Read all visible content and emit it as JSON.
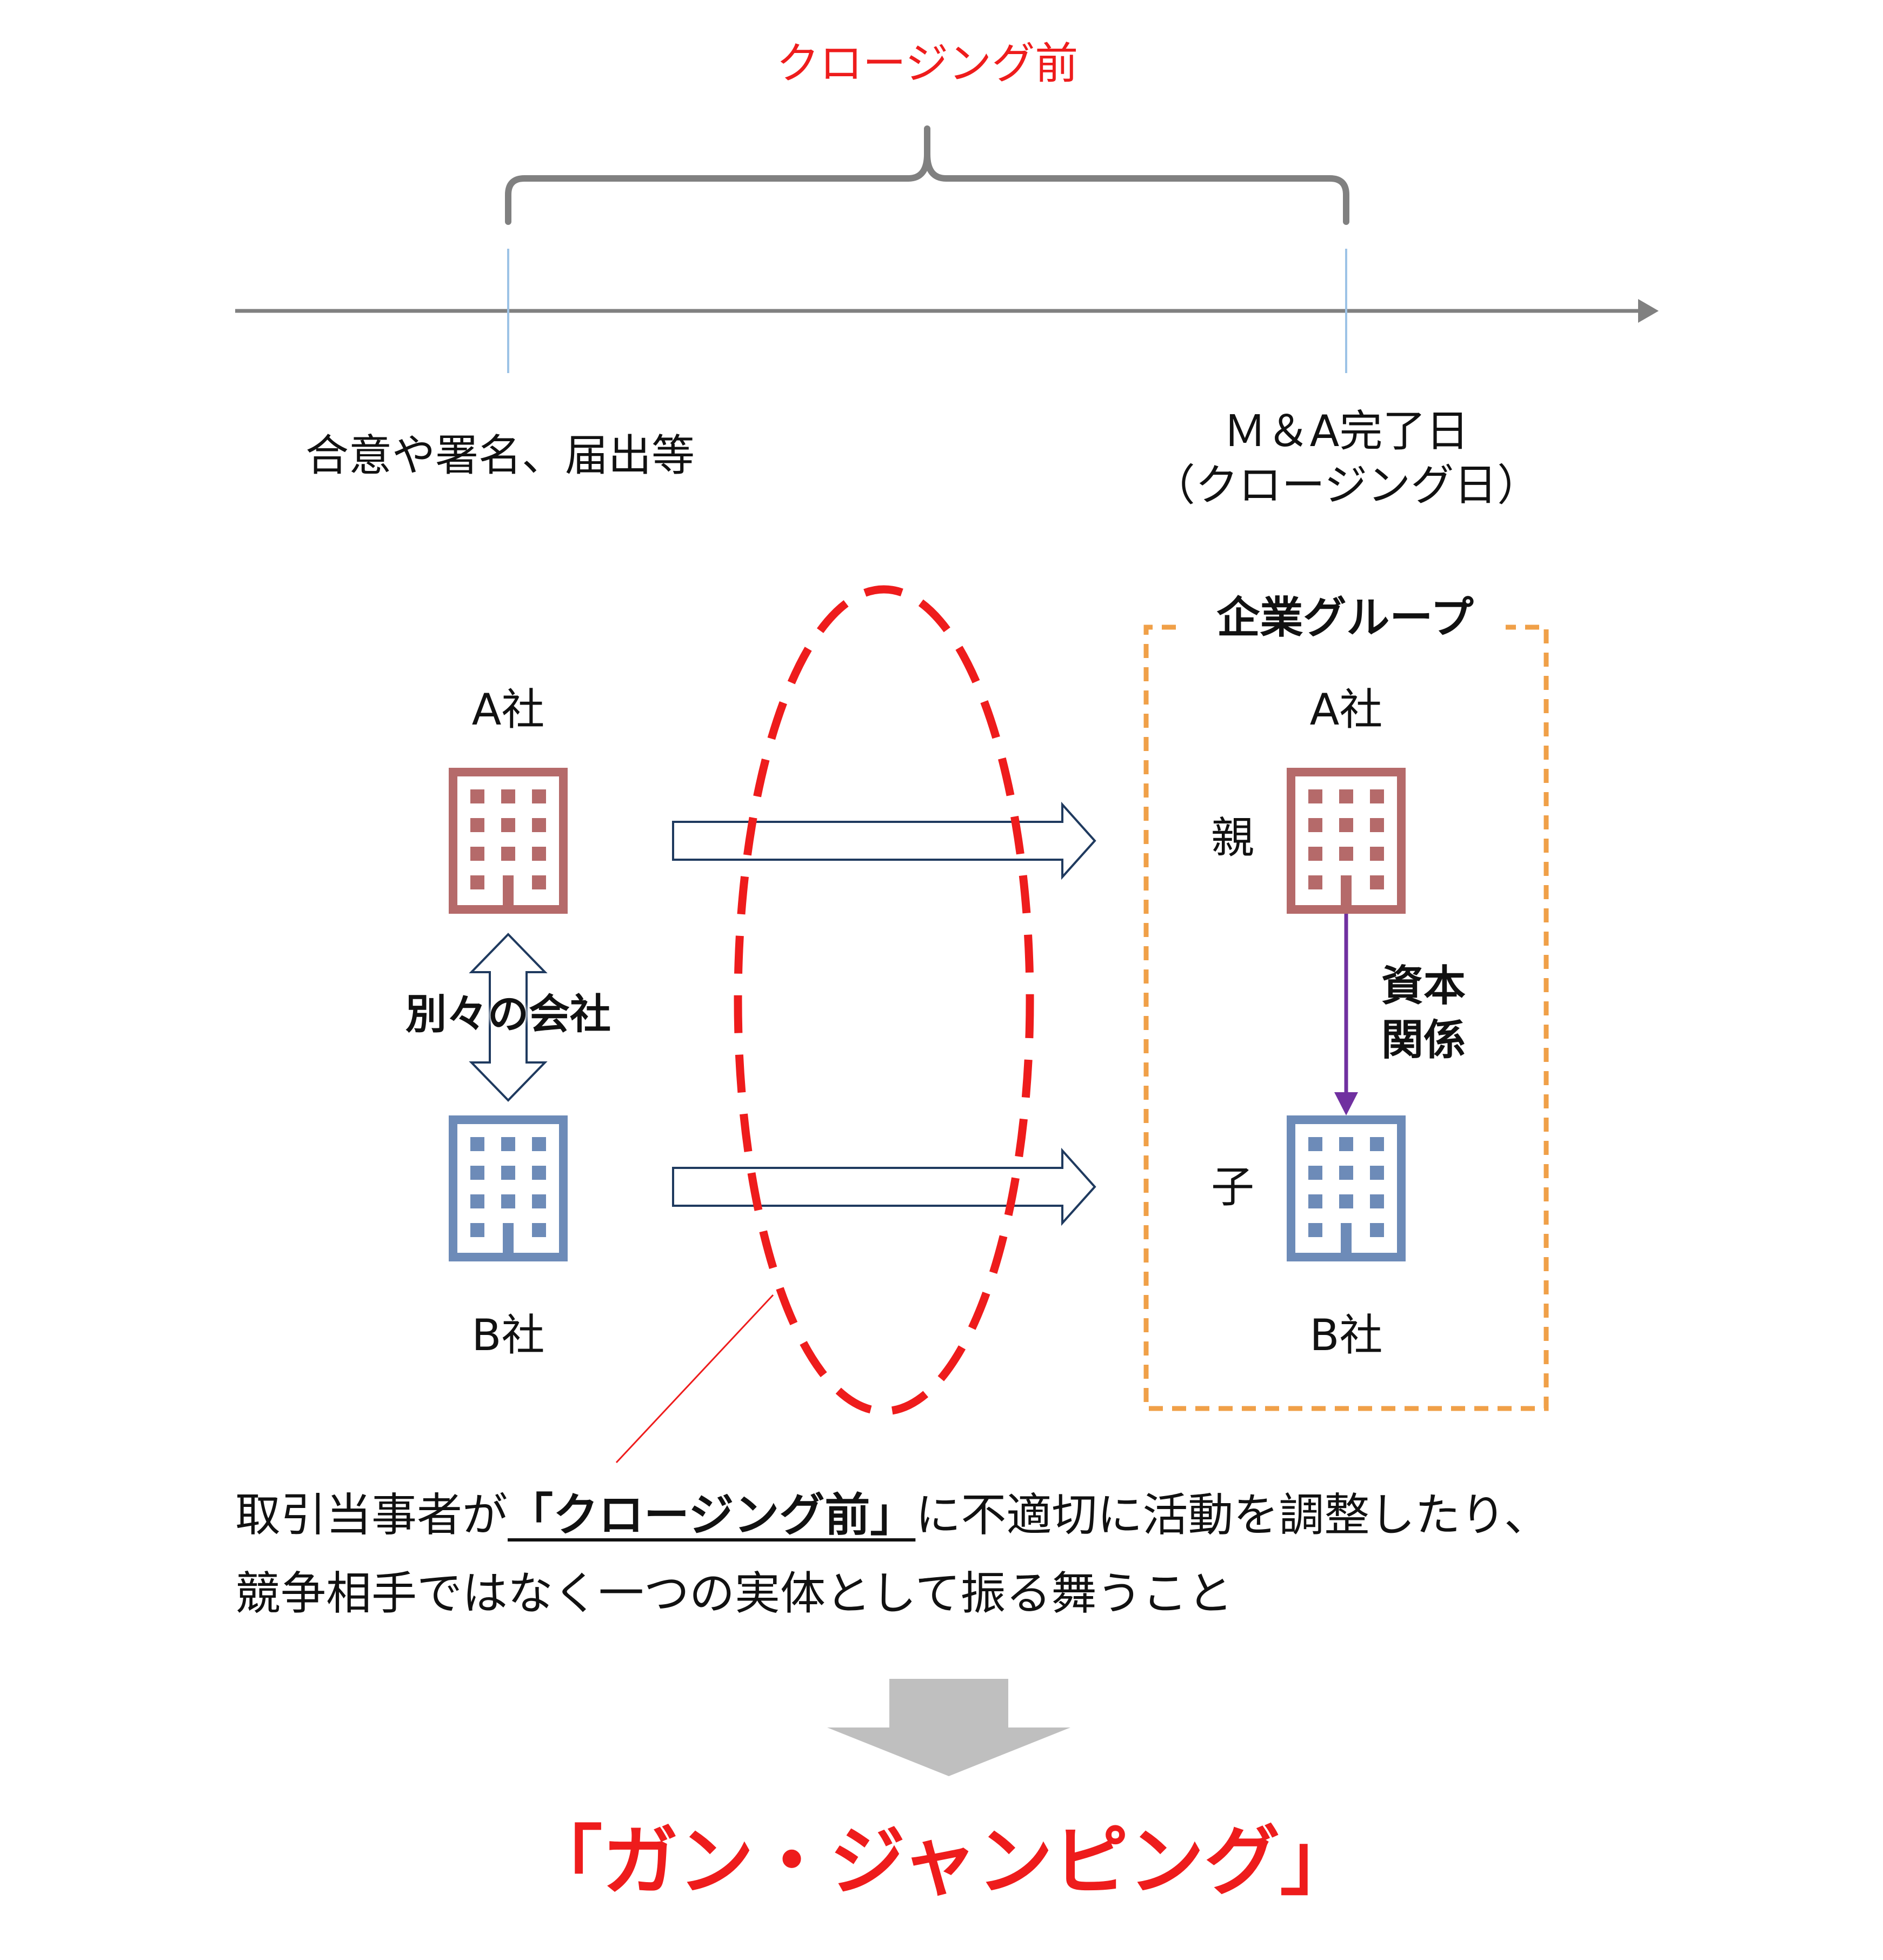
{
  "timeline": {
    "period_label": "クロージング前",
    "start_label": "合意や署名、届出等",
    "end_label_line1": "Ｍ＆A完了日",
    "end_label_line2": "（クロージング日）"
  },
  "left_side": {
    "company_a": "A社",
    "company_b": "B社",
    "relation_label": "別々の会社"
  },
  "right_side": {
    "group_title": "企業グループ",
    "company_a": "A社",
    "company_b": "B社",
    "parent_label": "親",
    "child_label": "子",
    "capital_line1": "資本",
    "capital_line2": "関係"
  },
  "caption": {
    "line1_prefix": "取引当事者が",
    "line1_emphasis": "「クロージング前」",
    "line1_suffix": "に不適切に活動を調整したり、",
    "line2": "競争相手ではなく一つの実体として振る舞うこと"
  },
  "conclusion": "「ガン・ジャンピング」",
  "colors": {
    "accent_red": "#ee1c1c",
    "building_a": "#b56a6a",
    "building_b": "#6d8bb8",
    "group_border": "#f0a048",
    "capital_arrow": "#7030a0",
    "timeline": "#808080",
    "big_arrow": "#bfbfbf"
  }
}
